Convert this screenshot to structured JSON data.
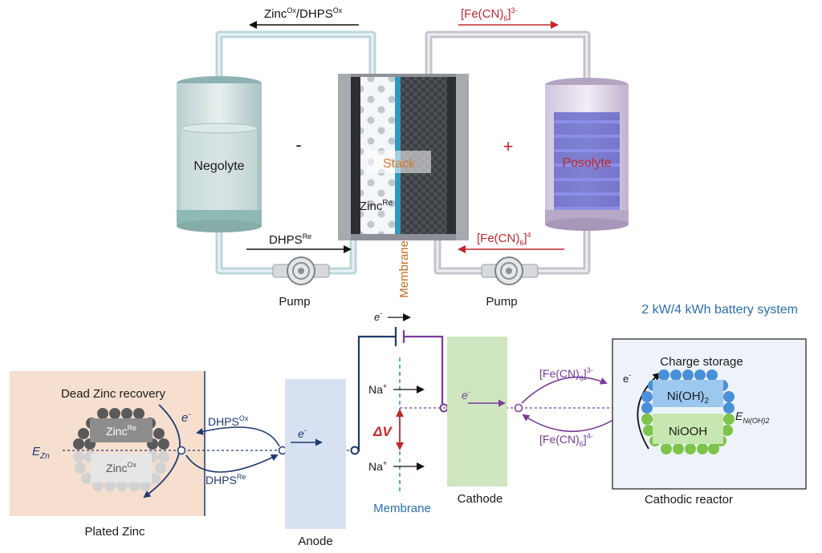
{
  "top_system": {
    "zinc_ox_flow": {
      "base1": "Zinc",
      "sup1": "Ox",
      "mid": "/DHPS",
      "sup2": "Ox"
    },
    "ferricyanide_flow": {
      "base": "[Fe(CN)",
      "sub": "6",
      "close": "]",
      "sup": "3-"
    },
    "negolyte_label": "Negolyte",
    "posolyte_label": "Posolyte",
    "stack_label": "Stack",
    "zinc_re": {
      "base": "Zinc",
      "sup": "Re"
    },
    "minus_sign": "-",
    "plus_sign": "+",
    "dhps_re_flow": {
      "base": "DHPS",
      "sup": "Re"
    },
    "ferrocyanide_flow": {
      "base": "[Fe(CN)",
      "sub": "6",
      "close": "]",
      "sup": "4"
    },
    "membrane_label": "Membrane",
    "pump_left_label": "Pump",
    "pump_right_label": "Pump",
    "system_caption": "2 kW/4 kWh battery system"
  },
  "bottom_schematic": {
    "electron_top": {
      "base": "e",
      "sup": "-"
    },
    "dead_zinc_recovery": "Dead Zinc recovery",
    "zinc_re_particle": {
      "base": "Zinc",
      "sup": "Re"
    },
    "zinc_ox_particle": {
      "base": "Zinc",
      "sup": "Ox"
    },
    "e_zn": {
      "base": "E",
      "sub": "Zn"
    },
    "e_left": {
      "base": "e",
      "sup": "-"
    },
    "dhps_ox": {
      "base": "DHPS",
      "sup": "Ox"
    },
    "dhps_re": {
      "base": "DHPS",
      "sup": "Re"
    },
    "e_anode": {
      "base": "e",
      "sup": "-"
    },
    "plated_zinc_label": "Plated Zinc",
    "anode_label": "Anode",
    "na_top": {
      "base": "Na",
      "sup": "+"
    },
    "na_bottom": {
      "base": "Na",
      "sup": "+"
    },
    "delta_v": "ΔV",
    "membrane_label": "Membrane",
    "cathode_label": "Cathode",
    "e_cathode": {
      "base": "e",
      "sup": "-"
    },
    "fe3": {
      "base": "[Fe(CN)",
      "sub": "6",
      "close": "]",
      "sup": "3-"
    },
    "fe4": {
      "base": "[Fe(CN)",
      "sub": "6",
      "close": "]",
      "sup": "4-"
    },
    "charge_storage": "Charge storage",
    "e_reactor": {
      "base": "e",
      "sup": "-"
    },
    "nioh2": {
      "base": "Ni(OH)",
      "sub": "2"
    },
    "niooh": "NiOOH",
    "e_nioh2": {
      "base": "E",
      "sub": "Ni(OH)2"
    },
    "cathodic_reactor_label": "Cathodic reactor"
  },
  "colors": {
    "navy": "#1e3a6e",
    "purple": "#7a3a9a",
    "red": "#c0282c",
    "orange": "#c46a1c",
    "blue_caption": "#2a6fad",
    "membrane_cyan": "#2a9bc2",
    "anode_fill": "#d7e1f1",
    "cathode_fill": "#cfe6c0",
    "plated_zinc_bg": "#f6dfcf",
    "reactor_bg": "#eef3fb"
  }
}
